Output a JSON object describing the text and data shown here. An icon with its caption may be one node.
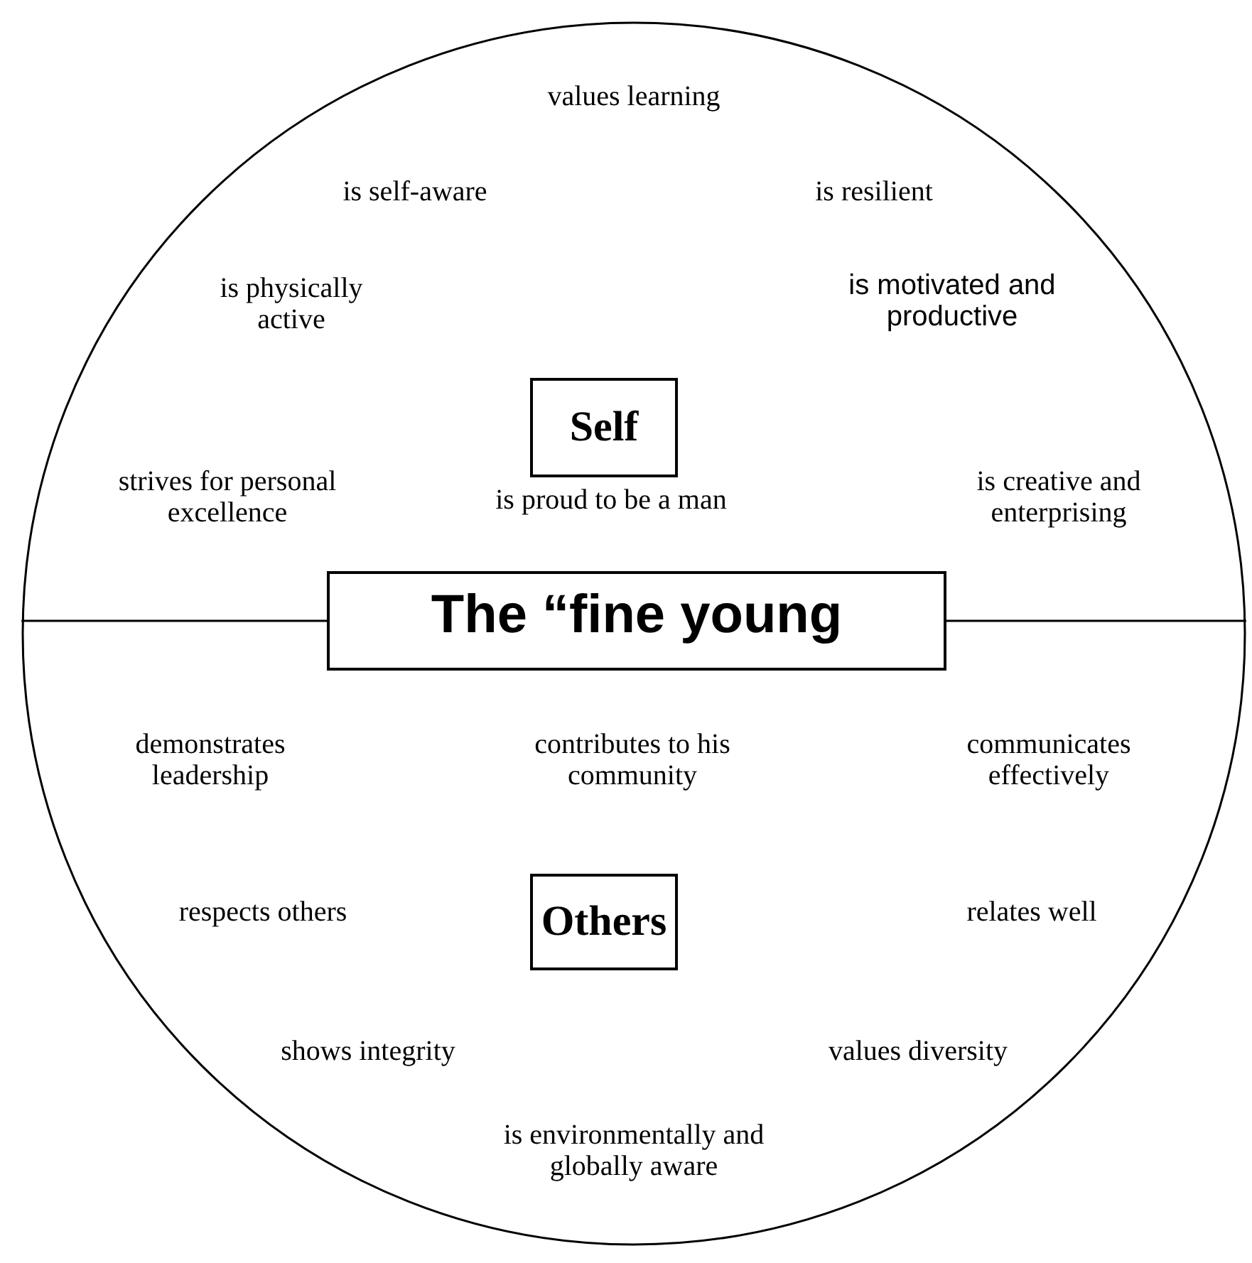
{
  "diagram": {
    "nodes": [
      {
        "text": [],
        "shape": "circle"
      },
      {
        "text": [
          "Self"
        ],
        "in": 0
      },
      {
        "text": [
          "The “fine young"
        ],
        "in": 0
      },
      {
        "text": [
          "Others"
        ],
        "in": 0
      }
    ],
    "edges": [
      {
        "from": 0,
        "to": 2,
        "arrow": "none"
      },
      {
        "from": 2,
        "to": 0,
        "arrow": "none"
      }
    ],
    "labels": [
      "values learning",
      "is self-aware",
      "is resilient",
      "is physically active",
      "is motivated and productive",
      "strives for personal excellence",
      "is proud to be a man",
      "is creative and enterprising",
      "demonstrates leadership",
      "contributes to his community",
      "communicates effectively",
      "respects others",
      "relates well",
      "shows integrity",
      "values diversity",
      "is environmentally and globally aware"
    ]
  }
}
